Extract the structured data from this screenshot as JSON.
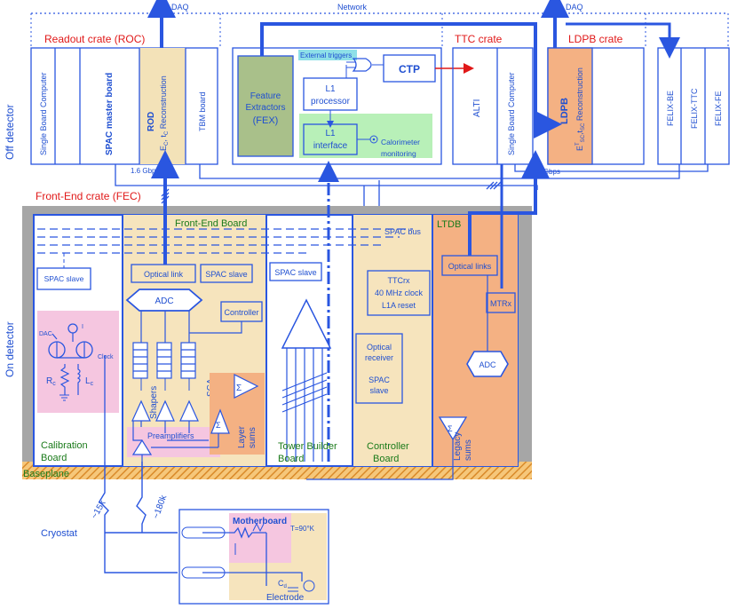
{
  "colors": {
    "line": "#2a56e0",
    "text": "#1f4fd1",
    "crate_label": "#e01818",
    "board_label": "#1a7a1a",
    "rod_fill": "#f3e2b8",
    "ldpb_fill": "#f4b183",
    "fex_fill": "#a9c08a",
    "l1if_fill": "#b8f0b8",
    "pink": "#f5c6e0",
    "grey": "#a6a6a6",
    "fe_board": "#f6e4bd",
    "ltdb": "#f4b183",
    "layer_sums": "#f4b183"
  },
  "top": {
    "daq_left": "DAQ",
    "network": "Network",
    "daq_right": "DAQ"
  },
  "side": {
    "off": "Off detector",
    "on": "On detector"
  },
  "roc": {
    "title": "Readout crate (ROC)",
    "sbc": "Single Board Computer",
    "spac": "SPAC master board",
    "rod_title": "ROD",
    "rod_sub": "E",
    "rod_sub2": "C",
    "rod_sub3": ", t",
    "rod_sub4": "C",
    "rod_sub5": " Reconstruction",
    "tbm": "TBM board",
    "gbps": "1.6 Gbps"
  },
  "l1": {
    "ext": "External triggers",
    "ctp": "CTP",
    "fex1": "Feature",
    "fex2": "Extractors",
    "fex3": "(FEX)",
    "l1p1": "L1",
    "l1p2": "processor",
    "l1i1": "L1",
    "l1i2": "interface",
    "calo1": "Calorimeter",
    "calo2": "monitoring"
  },
  "ttc": {
    "title": "TTC crate",
    "alti": "ALTI",
    "sbc": "Single Board Computer"
  },
  "ldpb": {
    "title": "LDPB crate",
    "name": "LDPB",
    "recon": "E",
    "recon2": "T",
    "recon3": "SC",
    "recon4": ",t",
    "recon5": "SC",
    "recon6": " Reconstruction",
    "gbps": "5.12 Gbps"
  },
  "felix": {
    "be": "FELIX-BE",
    "ttc": "FELIX-TTC",
    "fe": "FELIX-FE"
  },
  "fec": {
    "title": "Front-End crate (FEC)",
    "baseplane": "Baseplane",
    "spac_bus": "SPAC bus"
  },
  "calib": {
    "spac": "SPAC slave",
    "dac": "DAC",
    "i": "I",
    "clock": "Clock",
    "rc": "R",
    "rc_sub": "c",
    "lc": "L",
    "lc_sub": "c",
    "name1": "Calibration",
    "name2": "Board"
  },
  "feb": {
    "title": "Front-End Board",
    "optical": "Optical link",
    "spac": "SPAC slave",
    "adc": "ADC",
    "controller": "Controller",
    "shapers": "Shapers",
    "sca": "SCA",
    "preamps": "Preamplifiers",
    "layer1": "Layer",
    "layer2": "sums"
  },
  "tbb": {
    "spac": "SPAC slave",
    "name1": "Tower Builder",
    "name2": "Board"
  },
  "ctrl": {
    "ttc1": "TTCrx",
    "ttc2": "40 MHz clock",
    "ttc3": "L1A reset",
    "opt1": "Optical",
    "opt2": "receiver",
    "spac1": "SPAC",
    "spac2": "slave",
    "name1": "Controller",
    "name2": "Board"
  },
  "ltdb": {
    "title": "LTDB",
    "optical": "Optical links",
    "mtrx": "MTRx",
    "adc": "ADC",
    "legacy1": "Legacy",
    "legacy2": "sums"
  },
  "cryo": {
    "name": "Cryostat",
    "r15": "~15k",
    "r180": "~180k",
    "mother": "Motherboard",
    "temp": "T=90°K",
    "cd": "C",
    "cd_sub": "d",
    "electrode": "Electrode"
  }
}
